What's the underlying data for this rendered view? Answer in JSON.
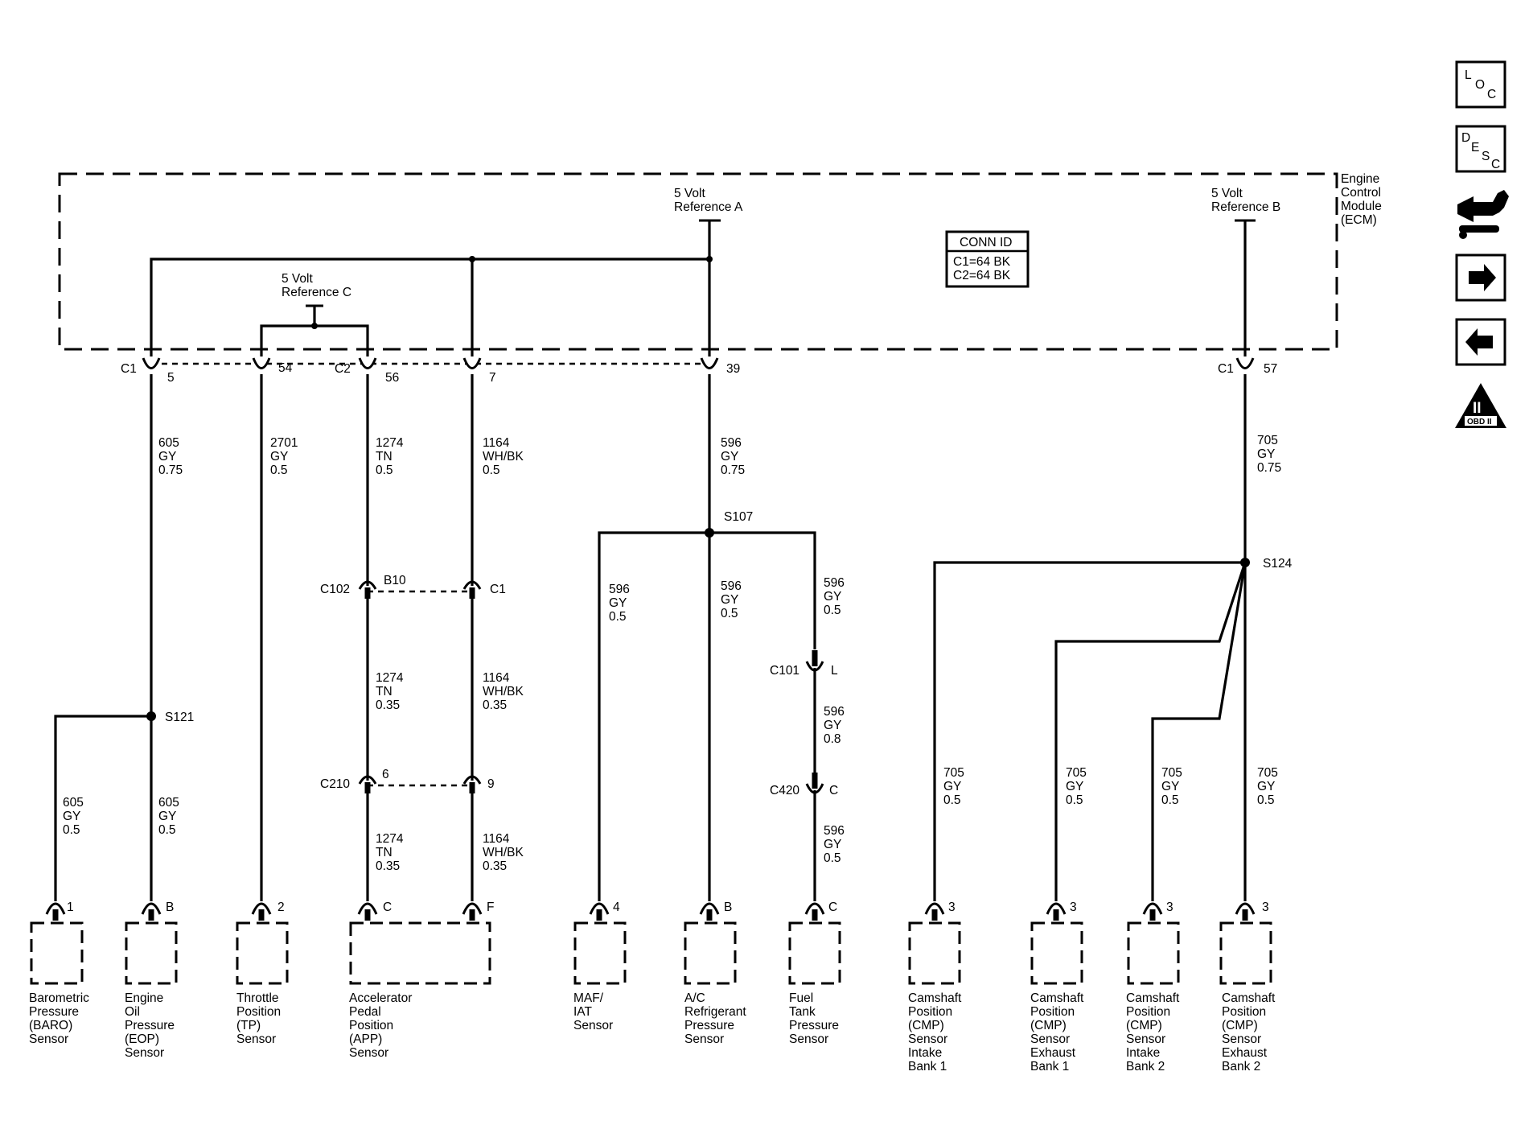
{
  "ecm": {
    "label": [
      "Engine",
      "Control",
      "Module",
      "(ECM)"
    ]
  },
  "refs": {
    "a": [
      "5 Volt",
      "Reference A"
    ],
    "b": [
      "5 Volt",
      "Reference B"
    ],
    "c": [
      "5 Volt",
      "Reference C"
    ]
  },
  "conn_id": {
    "title": "CONN ID",
    "lines": [
      "C1=64 BK",
      "C2=64 BK"
    ]
  },
  "nav": {
    "loc": [
      "L",
      "O",
      "C"
    ],
    "desc": [
      "D",
      "E",
      "S",
      "C"
    ],
    "obd": [
      "II",
      "OBD II"
    ]
  },
  "pins": {
    "c1_5": "5",
    "c1_5_conn": "C1",
    "p54": "54",
    "c2_56": "56",
    "c2_56_conn": "C2",
    "p7": "7",
    "p39": "39",
    "c1_57": "57",
    "c1_57_conn": "C1"
  },
  "wire_labels": {
    "w605a": [
      "605",
      "GY",
      "0.75"
    ],
    "w2701": [
      "2701",
      "GY",
      "0.5"
    ],
    "w1274a": [
      "1274",
      "TN",
      "0.5"
    ],
    "w1164a": [
      "1164",
      "WH/BK",
      "0.5"
    ],
    "w596a": [
      "596",
      "GY",
      "0.75"
    ],
    "w705a": [
      "705",
      "GY",
      "0.75"
    ],
    "w605b": [
      "605",
      "GY",
      "0.5"
    ],
    "w605c": [
      "605",
      "GY",
      "0.5"
    ],
    "w1274b": [
      "1274",
      "TN",
      "0.35"
    ],
    "w1164b": [
      "1164",
      "WH/BK",
      "0.35"
    ],
    "w1274c": [
      "1274",
      "TN",
      "0.35"
    ],
    "w1164c": [
      "1164",
      "WH/BK",
      "0.35"
    ],
    "w596b": [
      "596",
      "GY",
      "0.5"
    ],
    "w596c": [
      "596",
      "GY",
      "0.5"
    ],
    "w596d": [
      "596",
      "GY",
      "0.5"
    ],
    "w596e": [
      "596",
      "GY",
      "0.8"
    ],
    "w596f": [
      "596",
      "GY",
      "0.5"
    ],
    "w705b": [
      "705",
      "GY",
      "0.5"
    ],
    "w705c": [
      "705",
      "GY",
      "0.5"
    ],
    "w705d": [
      "705",
      "GY",
      "0.5"
    ],
    "w705e": [
      "705",
      "GY",
      "0.5"
    ]
  },
  "splices": {
    "s107": "S107",
    "s121": "S121",
    "s124": "S124"
  },
  "inline": {
    "c102": "C102",
    "c102_b10": "B10",
    "c102_c1": "C1",
    "c210": "C210",
    "c210_6": "6",
    "c210_9": "9",
    "c101": "C101",
    "c101_pin": "L",
    "c420": "C420",
    "c420_pin": "C"
  },
  "sensor_pins": {
    "baro": "1",
    "eop": "B",
    "tp": "2",
    "app_c": "C",
    "app_f": "F",
    "maf": "4",
    "ac": "B",
    "fuel": "C",
    "cmp1": "3",
    "cmp2": "3",
    "cmp3": "3",
    "cmp4": "3"
  },
  "sensors": {
    "baro": [
      "Barometric",
      "Pressure",
      "(BARO)",
      "Sensor"
    ],
    "eop": [
      "Engine",
      "Oil",
      "Pressure",
      "(EOP)",
      "Sensor"
    ],
    "tp": [
      "Throttle",
      "Position",
      "(TP)",
      "Sensor"
    ],
    "app": [
      "Accelerator",
      "Pedal",
      "Position",
      "(APP)",
      "Sensor"
    ],
    "maf": [
      "MAF/",
      "IAT",
      "Sensor"
    ],
    "ac": [
      "A/C",
      "Refrigerant",
      "Pressure",
      "Sensor"
    ],
    "fuel": [
      "Fuel",
      "Tank",
      "Pressure",
      "Sensor"
    ],
    "cmp1": [
      "Camshaft",
      "Position",
      "(CMP)",
      "Sensor",
      "Intake",
      "Bank 1"
    ],
    "cmp2": [
      "Camshaft",
      "Position",
      "(CMP)",
      "Sensor",
      "Exhaust",
      "Bank 1"
    ],
    "cmp3": [
      "Camshaft",
      "Position",
      "(CMP)",
      "Sensor",
      "Intake",
      "Bank 2"
    ],
    "cmp4": [
      "Camshaft",
      "Position",
      "(CMP)",
      "Sensor",
      "Exhaust",
      "Bank 2"
    ]
  }
}
